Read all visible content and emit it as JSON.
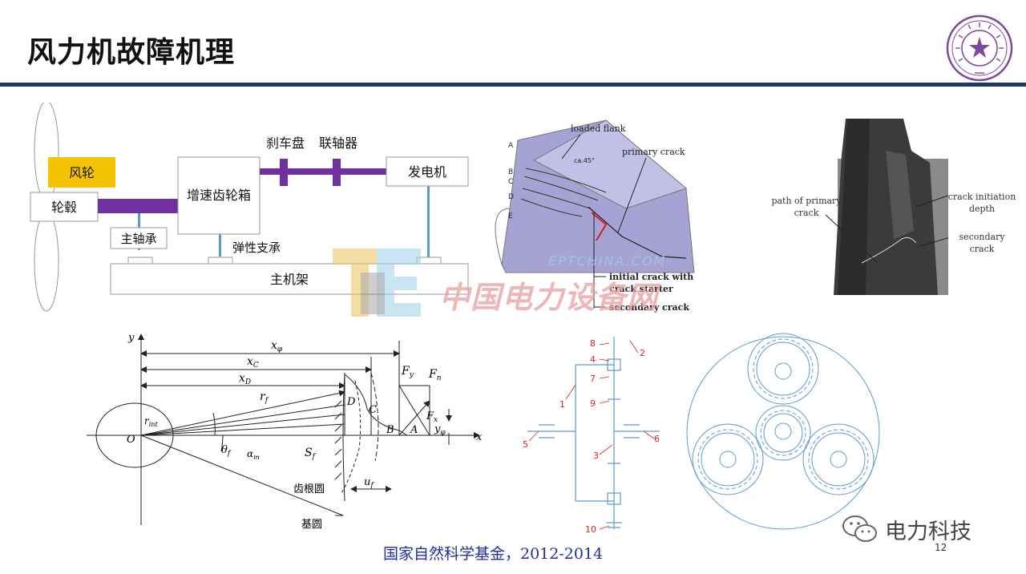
{
  "slide": {
    "title": "风力机故障机理",
    "footer": "国家自然科学基金，2012-2014",
    "page_number": "12",
    "wechat_label": "电力科技"
  },
  "drivetrain": {
    "rotor_label": "风轮",
    "hub_label": "轮毂",
    "gearbox_label": "增速齿轮箱",
    "brake_disc_label": "刹车盘",
    "coupling_label": "联轴器",
    "generator_label": "发电机",
    "main_bearing_label": "主轴承",
    "elastic_support_label": "弹性支承",
    "main_frame_label": "主机架",
    "colors": {
      "shaft": "#7030a0",
      "rotor_fill": "#f5c400",
      "support": "#5b9bd5"
    }
  },
  "crack_figure": {
    "labels": {
      "loaded_flank": "loaded flank",
      "primary_crack": "primary crack",
      "angle": "ca.45°",
      "initial_crack": "initial crack with",
      "crack_starter": "crack starter",
      "secondary_crack": "secondary crack"
    },
    "layer_letters": [
      "A",
      "B",
      "C",
      "D",
      "E"
    ]
  },
  "watermark": {
    "url": "EPTCHINA.COM",
    "name": "中国电力设备网"
  },
  "tooth_photo": {
    "path_of_primary_crack": [
      "path of primary",
      "crack"
    ],
    "crack_initiation_depth": [
      "crack initiation",
      "depth"
    ],
    "secondary_crack": [
      "secondary",
      "crack"
    ]
  },
  "tooth_geometry": {
    "x_phi": "x",
    "x_c": "x",
    "x_d": "x",
    "r_f": "r",
    "r_int": "r",
    "theta_f": "θ",
    "alpha_m": "α",
    "s_f": "S",
    "u_f": "u",
    "f_y": "F",
    "f_n": "F",
    "f_x": "F",
    "y_phi": "y",
    "point_o": "O",
    "point_a": "A",
    "point_b": "B",
    "point_c": "C",
    "point_d": "D",
    "axis_x": "x",
    "axis_y": "y",
    "root_circle": "齿根圆",
    "base_circle": "基圆",
    "subscripts": {
      "phi": "φ",
      "c": "C",
      "d": "D",
      "f": "f",
      "int": "int",
      "m": "m",
      "y": "y",
      "n": "n",
      "x": "x"
    }
  },
  "gear_schematic": {
    "callouts": [
      "1",
      "2",
      "3",
      "4",
      "5",
      "6",
      "7",
      "8",
      "9",
      "10"
    ],
    "callout_color": "#e02020",
    "line_color": "#5b9bd5"
  }
}
